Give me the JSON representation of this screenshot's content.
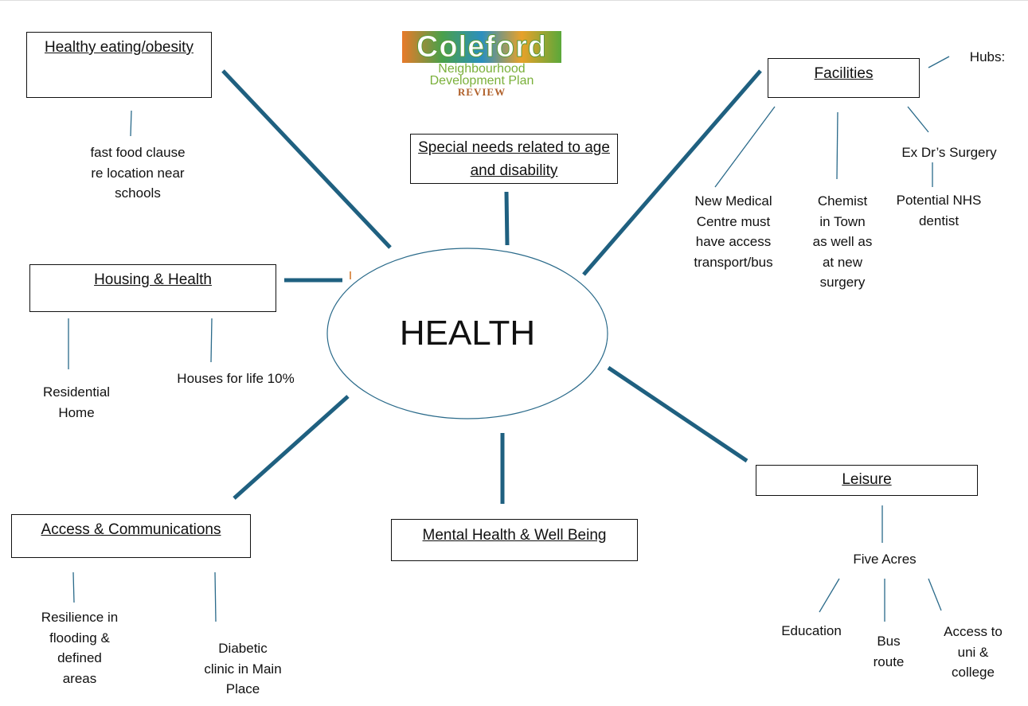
{
  "center": "HEALTH",
  "logo": {
    "name": "Coleford",
    "line2": "Neighbourhood",
    "line3": "Development Plan",
    "line4": "REVIEW"
  },
  "boxes": {
    "healthy": "Healthy eating/obesity",
    "special": "Special needs related to age and disability",
    "housing": "Housing & Health",
    "facilities": "Facilities",
    "access": "Access & Communications",
    "mental": "Mental Health & Well Being",
    "leisure": "Leisure"
  },
  "notes": {
    "fastfood": "fast food clause\nre location near\nschools",
    "residential": "Residential\nHome",
    "houses": "Houses for life 10%",
    "hubs": "Hubs:",
    "medical": "New Medical\nCentre must\nhave access\ntransport/bus",
    "chemist": "Chemist\nin Town\nas well as\nat new\nsurgery",
    "exdr": "Ex Dr’s Surgery",
    "dentist": "Potential NHS\ndentist",
    "fiveacres": "Five Acres",
    "education": "Education",
    "bus": "Bus\nroute",
    "uni": "Access to\nuni &\ncollege",
    "resilience": "Resilience in\nflooding &\ndefined\nareas",
    "diabetic": "Diabetic\nclinic in Main\nPlace"
  },
  "colors": {
    "spoke": "#1f6080",
    "thin": "#2a6a8a"
  }
}
